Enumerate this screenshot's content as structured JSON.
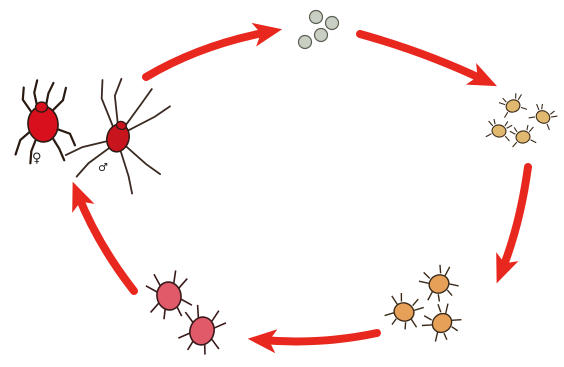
{
  "colors": {
    "arrow": "#e8281e",
    "adult_female": "#d8101e",
    "adult_male": "#c8141c",
    "egg": "#c9cfc2",
    "larva": "#e0b870",
    "nymph": "#e6a058",
    "deutonymph": "#e05a6a",
    "outline": "#2a1a12"
  },
  "stages": [
    {
      "key": "adults",
      "female_symbol": "♀",
      "male_symbol": "♂"
    },
    {
      "key": "eggs"
    },
    {
      "key": "larvae"
    },
    {
      "key": "protonymphs"
    },
    {
      "key": "deutonymphs"
    }
  ],
  "cycle_arrows": [
    "adults-to-eggs",
    "eggs-to-larvae",
    "larvae-to-protonymphs",
    "protonymphs-to-deutonymphs",
    "deutonymphs-to-adults"
  ]
}
